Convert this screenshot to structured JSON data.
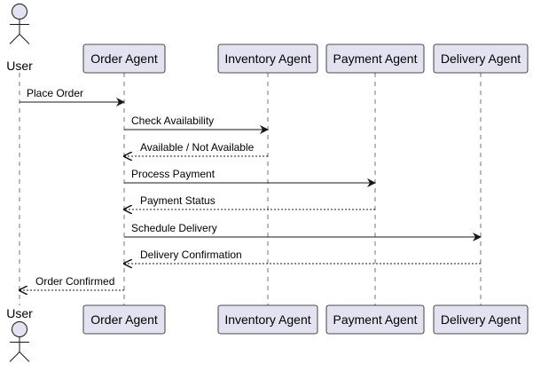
{
  "participants": [
    {
      "id": "user",
      "name": "User",
      "kind": "actor"
    },
    {
      "id": "order",
      "name": "Order Agent",
      "kind": "box"
    },
    {
      "id": "inventory",
      "name": "Inventory Agent",
      "kind": "box"
    },
    {
      "id": "payment",
      "name": "Payment Agent",
      "kind": "box"
    },
    {
      "id": "delivery",
      "name": "Delivery Agent",
      "kind": "box"
    }
  ],
  "messages": [
    {
      "from": "user",
      "to": "order",
      "label": "Place Order",
      "style": "solid"
    },
    {
      "from": "order",
      "to": "inventory",
      "label": "Check Availability",
      "style": "solid"
    },
    {
      "from": "inventory",
      "to": "order",
      "label": "Available / Not Available",
      "style": "dashed"
    },
    {
      "from": "order",
      "to": "payment",
      "label": "Process Payment",
      "style": "solid"
    },
    {
      "from": "payment",
      "to": "order",
      "label": "Payment Status",
      "style": "dashed"
    },
    {
      "from": "order",
      "to": "delivery",
      "label": "Schedule Delivery",
      "style": "solid"
    },
    {
      "from": "delivery",
      "to": "order",
      "label": "Delivery Confirmation",
      "style": "dashed"
    },
    {
      "from": "order",
      "to": "user",
      "label": "Order Confirmed",
      "style": "dashed"
    }
  ],
  "colors": {
    "box_fill": "#E2E2F0",
    "box_stroke": "#181818",
    "lifeline": "#181818",
    "arrow": "#181818"
  }
}
